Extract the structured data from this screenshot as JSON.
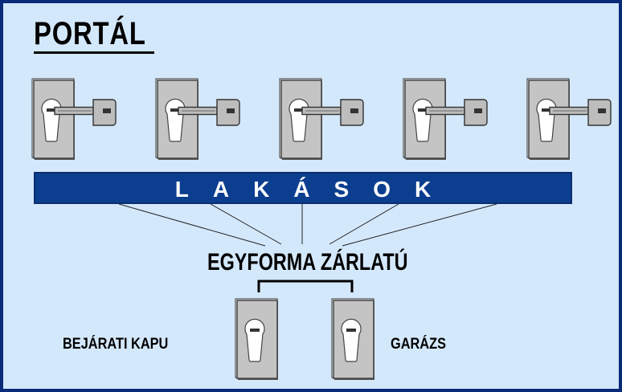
{
  "title": "PORTÁL",
  "band_label": "LAKÁSOK",
  "same_lock_label": "EGYFORMA ZÁRLATÚ",
  "entrance_label": "BEJÁRATI KAPU",
  "garage_label": "GARÁZS",
  "colors": {
    "border": "#0a2a7a",
    "background": "#d4e8fb",
    "band": "#0c3e8f",
    "door_plate": "#c4c4c4",
    "key": "#bdbdbd"
  },
  "icons": {
    "apartment_lock": "door-lock-with-key-icon",
    "shared_lock": "door-lock-icon"
  }
}
